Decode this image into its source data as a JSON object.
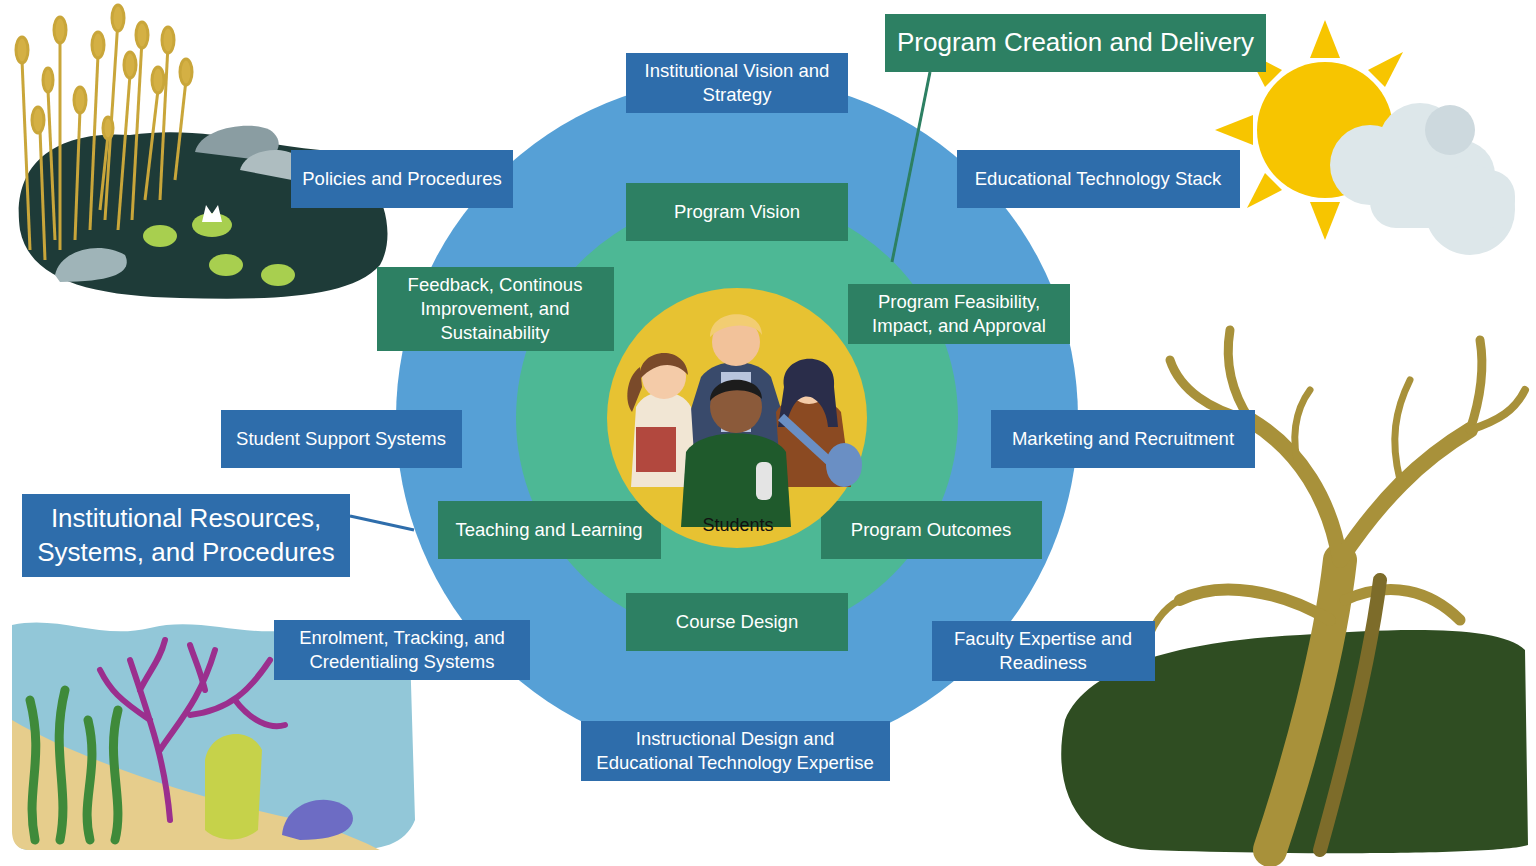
{
  "diagram": {
    "nodes": [
      {
        "text": [
          "Institutional Resources, Systems, and Procedures"
        ]
      },
      {
        "text": [
          "Institutional Vision and Strategy"
        ],
        "in": 0
      },
      {
        "text": [
          "Policies and Procedures"
        ],
        "in": 0
      },
      {
        "text": [
          "Educational Technology Stack"
        ],
        "in": 0
      },
      {
        "text": [
          "Student Support Systems"
        ],
        "in": 0
      },
      {
        "text": [
          "Marketing and Recruitment"
        ],
        "in": 0
      },
      {
        "text": [
          "Enrolment, Tracking, and Credentialing Systems"
        ],
        "in": 0
      },
      {
        "text": [
          "Faculty Expertise and Readiness"
        ],
        "in": 0
      },
      {
        "text": [
          "Instructional Design and Educational Technology Expertise"
        ],
        "in": 0
      },
      {
        "text": [
          "Program Creation and Delivery"
        ],
        "in": 0
      },
      {
        "text": [
          "Program Vision"
        ],
        "in": 9
      },
      {
        "text": [
          "Feedback, Continous Improvement, and Sustainability"
        ],
        "in": 9
      },
      {
        "text": [
          "Program Feasibility, Impact, and Approval"
        ],
        "in": 9
      },
      {
        "text": [
          "Teaching and Learning"
        ],
        "in": 9
      },
      {
        "text": [
          "Program Outcomes"
        ],
        "in": 9
      },
      {
        "text": [
          "Course Design"
        ],
        "in": 9
      },
      {
        "text": [
          "Students"
        ],
        "in": 9
      }
    ]
  }
}
